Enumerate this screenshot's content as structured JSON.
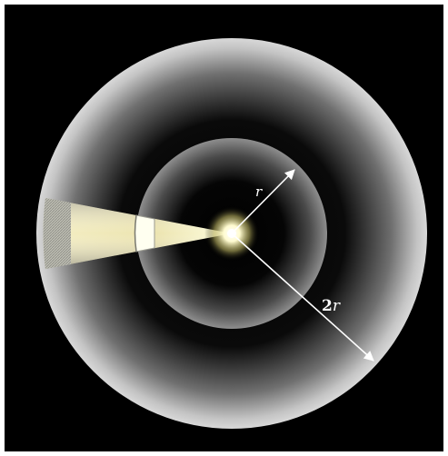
{
  "diagram": {
    "background": "#000000",
    "frame_color": "#ffffff",
    "sphere_color": "#d8d8d8",
    "source_glow_color": "#fffbd0",
    "arrow_color": "#ffffff",
    "labels": {
      "inner_radius": "r",
      "outer_radius_number": "2",
      "outer_radius_symbol": "r"
    },
    "radius_ratio": 2
  }
}
